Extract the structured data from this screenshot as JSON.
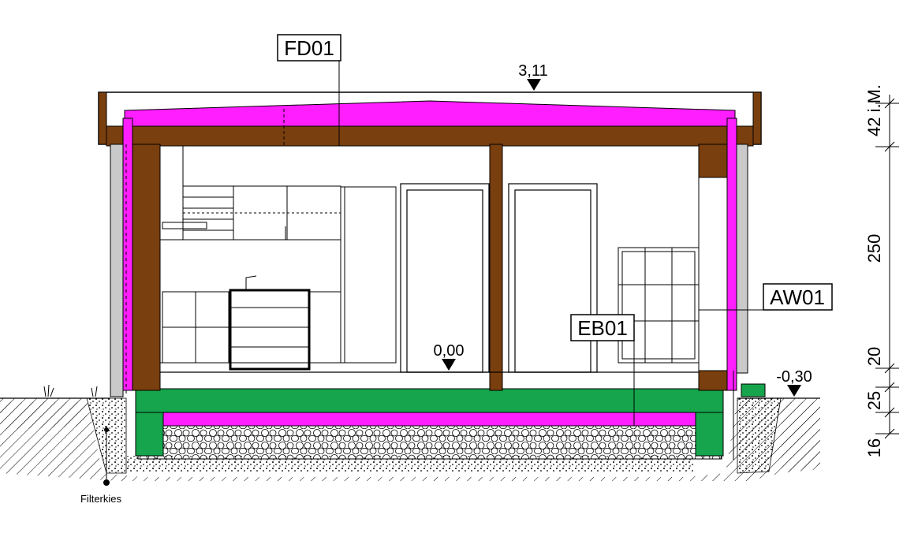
{
  "labels": {
    "roof": "FD01",
    "wall": "AW01",
    "floor": "EB01",
    "gravel": "Filterkies"
  },
  "levels": {
    "top": "3,11",
    "floor": "0,00",
    "ground": "-0,30"
  },
  "dimensions": [
    "42 i.M.",
    "250",
    "20",
    "25",
    "16"
  ],
  "colors": {
    "timber": "#7a3f0e",
    "insulation": "#ff1eff",
    "slab": "#16a54c",
    "cladding": "#c9c9c9",
    "line": "#000000"
  }
}
